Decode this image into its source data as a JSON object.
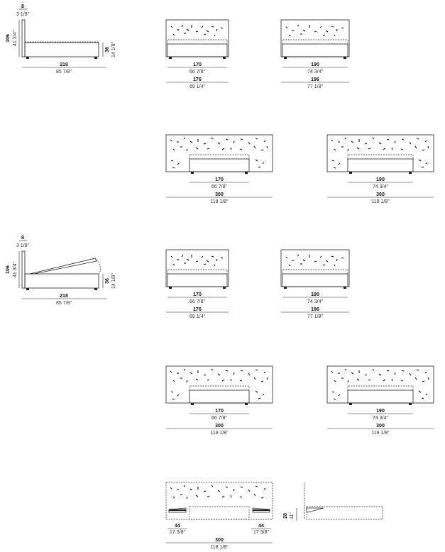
{
  "side_view_1": {
    "headboard_depth_cm": "8",
    "headboard_depth_in": "3 1/8\"",
    "height_cm": "106",
    "height_in": "41 3/4\"",
    "frame_height_cm": "36",
    "frame_height_in": "14 1/8\"",
    "length_cm": "218",
    "length_in": "85 7/8\""
  },
  "side_view_2": {
    "headboard_depth_cm": "8",
    "headboard_depth_in": "3 1/8\"",
    "height_cm": "106",
    "height_in": "41 3/4\"",
    "frame_height_cm": "36",
    "frame_height_in": "14 1/8\"",
    "length_cm": "218",
    "length_in": "85 7/8\""
  },
  "front_small_a1": {
    "mattress_cm": "170",
    "mattress_in": "66 7/8\"",
    "overall_cm": "176",
    "overall_in": "69 1/4\""
  },
  "front_small_b1": {
    "mattress_cm": "190",
    "mattress_in": "74 3/4\"",
    "overall_cm": "196",
    "overall_in": "77 1/8\""
  },
  "front_wide_a1": {
    "mattress_cm": "170",
    "mattress_in": "66 7/8\"",
    "overall_cm": "300",
    "overall_in": "118 1/8\""
  },
  "front_wide_b1": {
    "mattress_cm": "190",
    "mattress_in": "74 3/4\"",
    "overall_cm": "300",
    "overall_in": "118 1/8\""
  },
  "front_small_a2": {
    "mattress_cm": "170",
    "mattress_in": "66 7/8\"",
    "overall_cm": "176",
    "overall_in": "69 1/4\""
  },
  "front_small_b2": {
    "mattress_cm": "190",
    "mattress_in": "74 3/4\"",
    "overall_cm": "196",
    "overall_in": "77 1/8\""
  },
  "front_wide_a2": {
    "mattress_cm": "170",
    "mattress_in": "66 7/8\"",
    "overall_cm": "300",
    "overall_in": "118 1/8\""
  },
  "front_wide_b2": {
    "mattress_cm": "190",
    "mattress_in": "74 3/4\"",
    "overall_cm": "300",
    "overall_in": "118 1/8\""
  },
  "nightstand_view": {
    "left_table_cm": "44",
    "left_table_in": "17 3/8\"",
    "right_table_cm": "44",
    "right_table_in": "17 3/8\"",
    "overall_cm": "300",
    "overall_in": "118 1/8\""
  },
  "nightstand_side": {
    "height_cm": "28",
    "height_in": "11\""
  }
}
